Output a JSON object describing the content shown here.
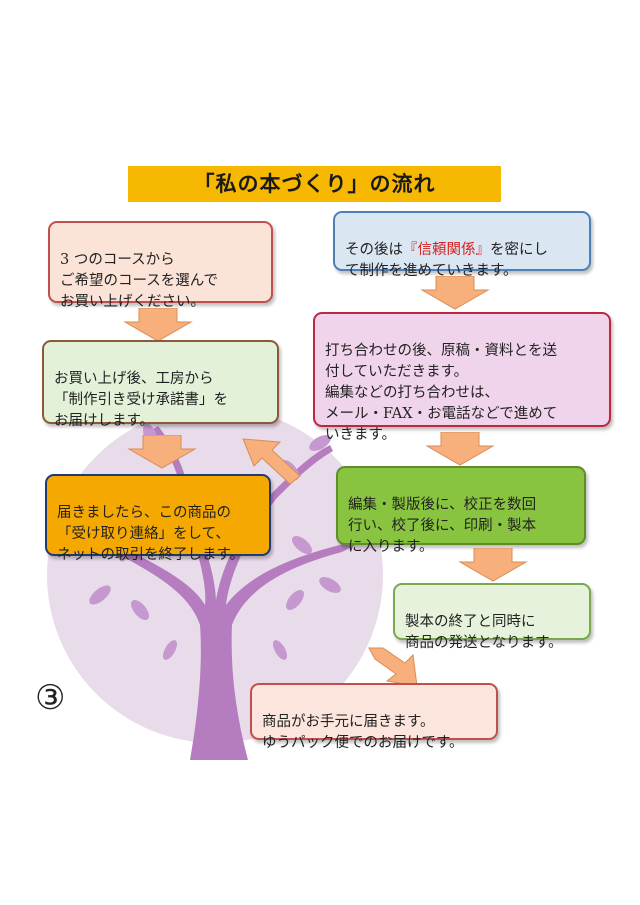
{
  "title": "「私の本づくり」の流れ",
  "page_number": "③",
  "colors": {
    "title_bg": "#f6b800",
    "arrow": "#f7b07c",
    "circle": "#e9dcea",
    "tree": "#b57cc0"
  },
  "steps": {
    "s1": {
      "text": "3 つのコースから\nご希望のコースを選んで\nお買い上げください。"
    },
    "s2": {
      "text": "お買い上げ後、工房から\n「制作引き受け承諾書」を\nお届けします。"
    },
    "s3": {
      "text": "届きましたら、この商品の\n「受け取り連絡」をして、\nネットの取引を終了します。"
    },
    "s4": {
      "before": "その後は",
      "highlight": "『信頼関係』",
      "after": "を密にし\nて制作を進めていきます。"
    },
    "s5": {
      "text": "打ち合わせの後、原稿・資料とを送\n付していただきます。\n編集などの打ち合わせは、\nメール・FAX・お電話などで進めて\nいきます。"
    },
    "s6": {
      "text": "編集・製版後に、校正を数回\n行い、校了後に、印刷・製本\nに入ります。"
    },
    "s7": {
      "text": "製本の終了と同時に\n商品の発送となります。"
    },
    "s8": {
      "text": "商品がお手元に届きます。\nゆうパック便でのお届けです。"
    }
  }
}
